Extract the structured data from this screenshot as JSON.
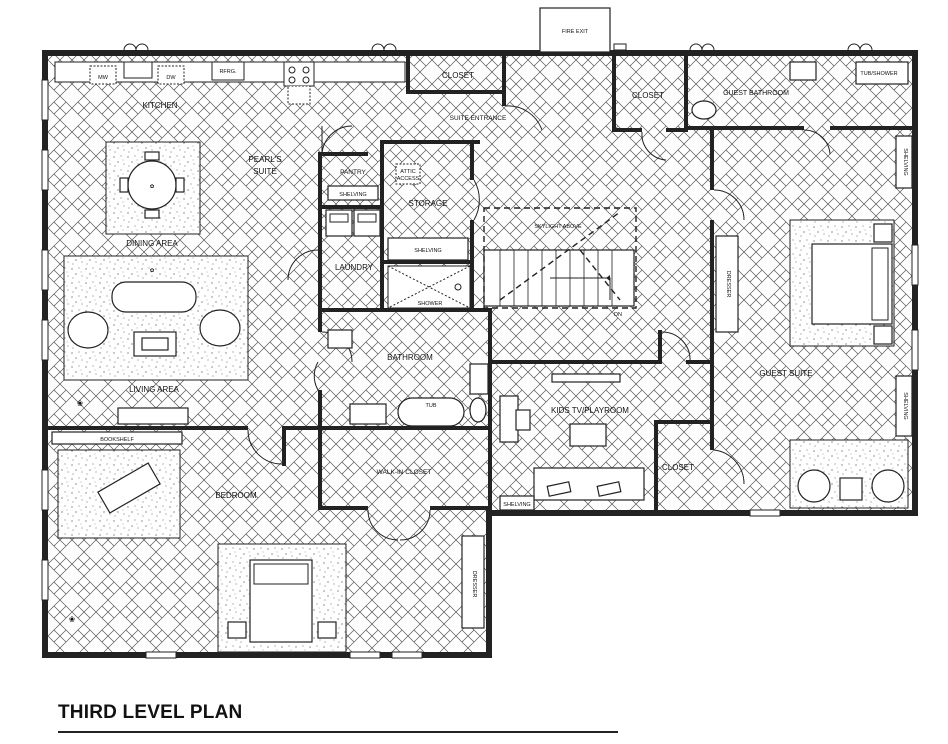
{
  "title": "THIRD LEVEL PLAN",
  "rooms": {
    "kitchen": "KITCHEN",
    "pearls_suite_line1": "PEARL'S",
    "pearls_suite_line2": "SUITE",
    "dining_area": "DINING AREA",
    "living_area": "LIVING AREA",
    "bedroom": "BEDROOM",
    "closet_top": "CLOSET",
    "closet_upper_right": "CLOSET",
    "guest_bathroom": "GUEST BATHROOM",
    "suite_entrance": "SUITE ENTRANCE",
    "pantry": "PANTRY",
    "storage": "STORAGE",
    "laundry": "LAUNDRY",
    "bathroom": "BATHROOM",
    "walk_in_closet": "WALK-IN CLOSET",
    "kids_tv_playroom": "KIDS TV/PLAYROOM",
    "closet_lower_right": "CLOSET",
    "guest_suite": "GUEST SUITE",
    "fire_exit": "FIRE EXIT"
  },
  "fixtures": {
    "mw": "MW",
    "dw": "DW",
    "refrg": "RFRG.",
    "tub_shower": "TUB/SHOWER",
    "shelving_pantry": "SHELVING",
    "shelving_storage": "SHELVING",
    "shelving_kids": "SHELVING",
    "shelving_guest_top": "SHELVING",
    "shelving_guest_bottom": "SHELVING",
    "attic_access_line1": "ATTIC",
    "attic_access_line2": "ACCESS",
    "skylight_above": "SKYLIGHT ABOVE",
    "shower": "SHOWER",
    "tub": "TUB",
    "dn": "DN",
    "bookshelf": "BOOKSHELF",
    "dresser_bedroom": "DRESSER",
    "dresser_guest": "DRESSER"
  }
}
